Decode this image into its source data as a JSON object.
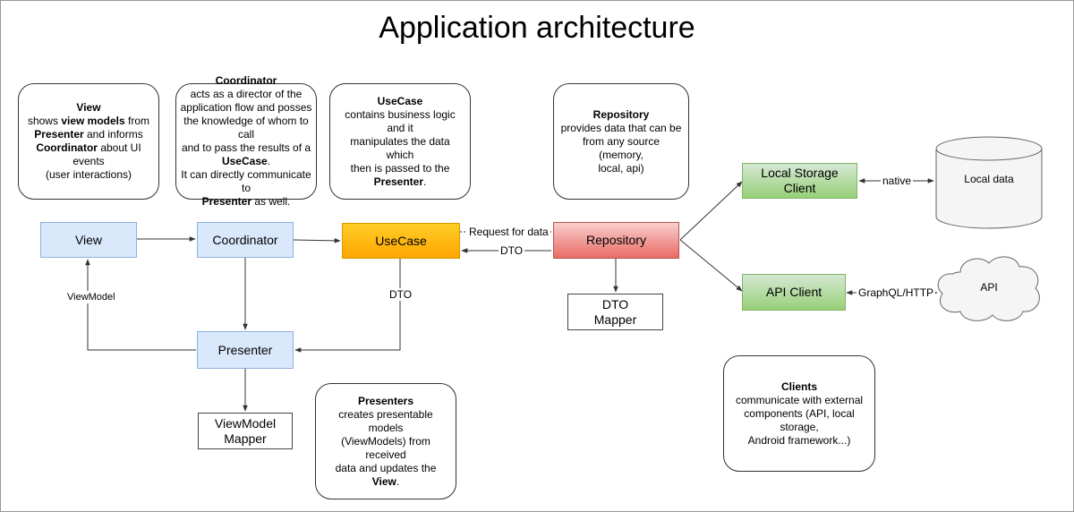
{
  "title": "Application architecture",
  "notes": {
    "view": {
      "title": "View",
      "l1": "shows ",
      "l1b": "view models",
      "l1c": " from",
      "l2b": "Presenter",
      "l2c": " and informs",
      "l3b": "Coordinator",
      "l3c": " about UI events",
      "l4": "(user interactions)"
    },
    "coordinator": {
      "title": "Coordinator",
      "l1": "acts as a director of the",
      "l2": "application flow and posses",
      "l3": "the knowledge of whom to call",
      "l4": "and to pass the results of a",
      "l5b": "UseCase",
      "l5c": ".",
      "l6": "It can directly communicate to",
      "l7b": "Presenter",
      "l7c": " as well."
    },
    "usecase": {
      "title": "UseCase",
      "l1": "contains business logic and it",
      "l2": "manipulates the data which",
      "l3": "then is passed to the",
      "l4b": "Presenter",
      "l4c": "."
    },
    "repository": {
      "title": "Repository",
      "l1": "provides data that can be",
      "l2": "from any source (memory,",
      "l3": "local, api)"
    },
    "presenters": {
      "title": "Presenters",
      "l1": "creates presentable models",
      "l2": "(ViewModels) from received",
      "l3": "data and updates the ",
      "l3b": "View",
      "l3c": "."
    },
    "clients": {
      "title": "Clients",
      "l1": "communicate with external",
      "l2": "components (API, local storage,",
      "l3": "Android framework...)"
    }
  },
  "nodes": {
    "view": "View",
    "coordinator": "Coordinator",
    "usecase": "UseCase",
    "repository": "Repository",
    "presenter": "Presenter",
    "viewmodel_mapper_1": "ViewModel",
    "viewmodel_mapper_2": "Mapper",
    "dto_mapper_1": "DTO",
    "dto_mapper_2": "Mapper",
    "local_storage_client_1": "Local Storage",
    "local_storage_client_2": "Client",
    "api_client": "API Client",
    "local_data": "Local data",
    "api": "API"
  },
  "edge_labels": {
    "request_for_data": "Request for data",
    "dto_repo_usecase": "DTO",
    "dto_usecase_presenter": "DTO",
    "viewmodel": "ViewModel",
    "native": "native",
    "graphql": "GraphQL/HTTP"
  },
  "colors": {
    "blue_fill": "#dae8fc",
    "orange_fill": "#ffa500",
    "red_fill": "#ea6b66",
    "green_fill": "#97d077",
    "storage_fill": "#f5f5f5"
  }
}
